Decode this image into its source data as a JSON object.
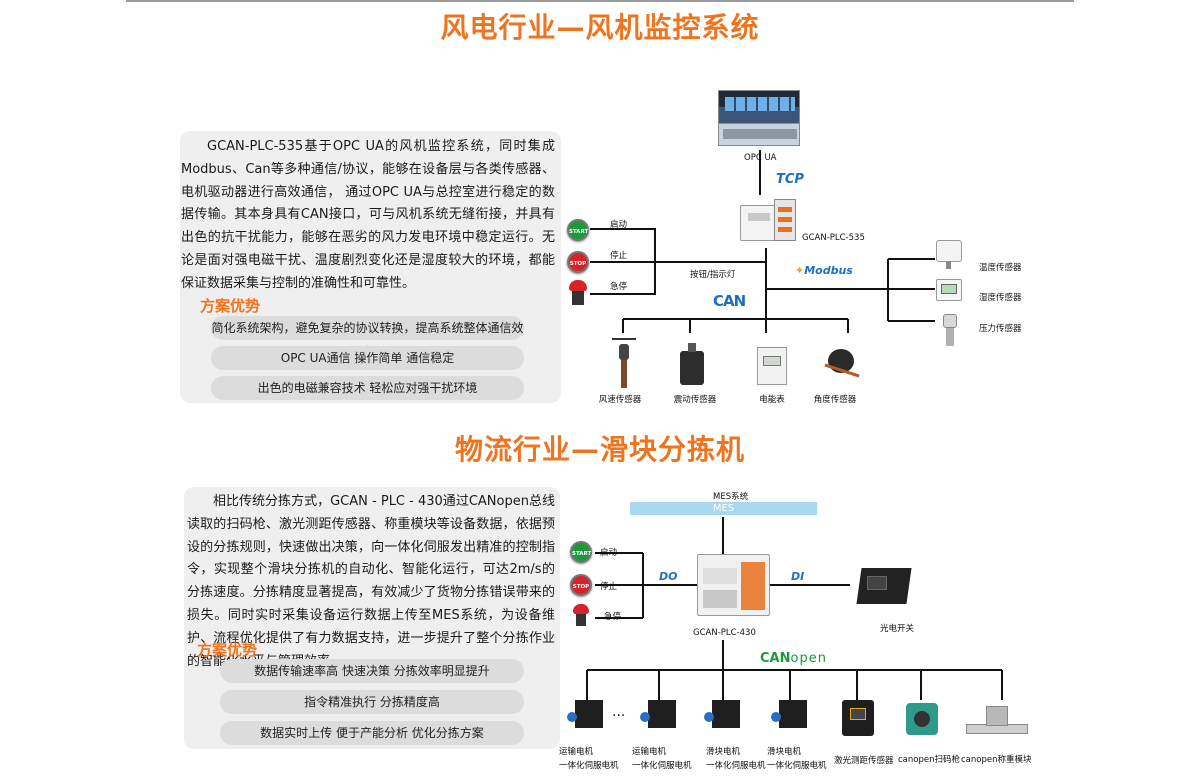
{
  "section1": {
    "title": "风电行业—风机监控系统",
    "paragraph": "GCAN-PLC-535基于OPC UA的风机监控系统，同时集成Modbus、Can等多种通信/协议，能够在设备层与各类传感器、电机驱动器进行高效通信， 通过OPC UA与总控室进行稳定的数据传输。其本身具有CAN接口，可与风机系统无缝衔接，并具有出色的抗干扰能力，能够在恶劣的风力发电环境中稳定运行。无论是面对强电磁干扰、温度剧烈变化还是湿度较大的环境，都能保证数据采集与控制的准确性和可靠性。",
    "advantage_title": "方案优势",
    "advantages": [
      "简化系统架构，避免复杂的协议转换，提高系统整体通信效率",
      "OPC UA通信 操作简单 通信稳定",
      "出色的电磁兼容技术 轻松应对强干扰环境"
    ],
    "diagram": {
      "opc_label": "OPC UA",
      "tcp_label": "TCP",
      "plc_label": "GCAN-PLC-535",
      "start_label": "启动",
      "stop_label": "停止",
      "estop_label": "急停",
      "button_start_text": "START",
      "button_stop_text": "STOP",
      "button_light_label": "按钮/指示灯",
      "modbus_label": "Modbus",
      "can_label": "CAN",
      "right_sensors": [
        "温度传感器",
        "湿度传感器",
        "压力传感器"
      ],
      "bottom_devices": [
        "风速传感器",
        "震动传感器",
        "电能表",
        "角度传感器"
      ]
    }
  },
  "section2": {
    "title": "物流行业—滑块分拣机",
    "paragraph": "相比传统分拣方式，GCAN - PLC - 430通过CANopen总线读取的扫码枪、激光测距传感器、称重模块等设备数据，依据预设的分拣规则，快速做出决策，向一体化伺服发出精准的控制指令，实现整个滑块分拣机的自动化、智能化运行，可达2m/s的分拣速度。分拣精度显著提高，有效减少了货物分拣错误带来的损失。同时实时采集设备运行数据上传至MES系统，为设备维护、流程优化提供了有力数据支持，进一步提升了整个分拣作业的智能化水平与管理效率。",
    "advantage_title": "方案优势",
    "advantages": [
      "数据传输速率高 快速决策 分拣效率明显提升",
      "指令精准执行 分拣精度高",
      "数据实时上传 便于产能分析 优化分拣方案"
    ],
    "diagram": {
      "mes_label": "MES系统",
      "mes_bar_text": "MES",
      "plc_label": "GCAN-PLC-430",
      "start_label": "启动",
      "stop_label": "停止",
      "estop_label": "急停",
      "button_start_text": "START",
      "button_stop_text": "STOP",
      "do_label": "DO",
      "di_label": "DI",
      "photo_switch_label": "光电开关",
      "canopen_label_can": "CAN",
      "canopen_label_open": "open",
      "ellipsis": "···",
      "bottom_devices": [
        {
          "line1": "运输电机",
          "line2": "一体化伺服电机"
        },
        {
          "line1": "运输电机",
          "line2": "一体化伺服电机"
        },
        {
          "line1": "滑块电机",
          "line2": "一体化伺服电机"
        },
        {
          "line1": "滑块电机",
          "line2": "一体化伺服电机"
        },
        {
          "line1": "激光测距传感器",
          "line2": ""
        },
        {
          "line1": "canopen扫码枪",
          "line2": ""
        },
        {
          "line1": "canopen称重模块",
          "line2": ""
        }
      ]
    }
  },
  "colors": {
    "accent": "#f0741e",
    "blue": "#1e6fc0",
    "panel": "#efefef",
    "pill": "#dcdcdc",
    "green": "#1b9a3c",
    "red": "#d6232a"
  }
}
